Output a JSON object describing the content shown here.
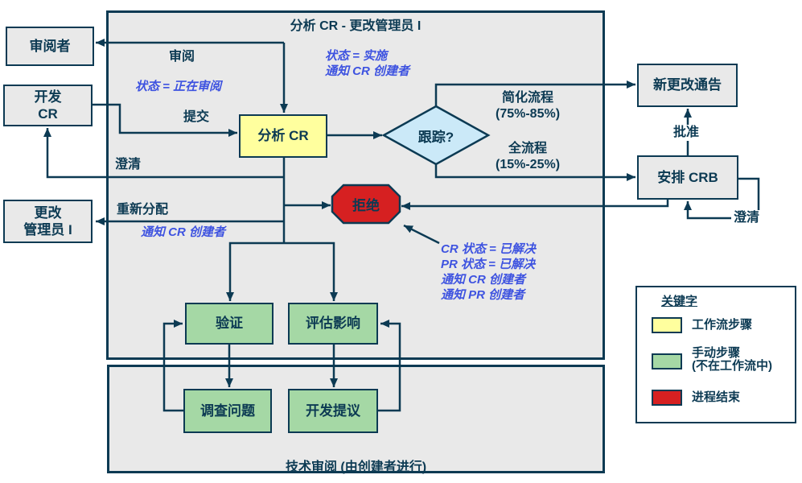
{
  "colors": {
    "line": "#0c3a53",
    "box_fill": "#e9e9e9",
    "yellow": "#ffff9e",
    "green": "#a5d8a5",
    "red": "#d62021",
    "diamond_blue": "#cbe9f8",
    "blue_text": "#3e53e0"
  },
  "containers": {
    "main": {
      "title": "分析 CR - 更改管理员 I"
    },
    "tech": {
      "title": "技术审阅 (由创建者进行)"
    }
  },
  "nodes": {
    "reviewer": {
      "label": "审阅者"
    },
    "develop_cr": {
      "label": "开发\nCR"
    },
    "change_admin": {
      "label": "更改\n管理员 I"
    },
    "analyze_cr": {
      "label": "分析 CR"
    },
    "track_decision": {
      "label": "跟踪?"
    },
    "reject": {
      "label": "拒绝"
    },
    "new_change_notice": {
      "label": "新更改通告"
    },
    "schedule_crb": {
      "label": "安排 CRB"
    },
    "verify": {
      "label": "验证"
    },
    "assess_impact": {
      "label": "评估影响"
    },
    "investigate_problem": {
      "label": "调查问题"
    },
    "develop_proposal": {
      "label": "开发提议"
    }
  },
  "edge_labels": {
    "review": "审阅",
    "submit": "提交",
    "clarify_left": "澄清",
    "reassign": "重新分配",
    "approve": "批准",
    "clarify_right": "澄清",
    "fast_path": "简化流程\n(75%-85%)",
    "full_path": "全流程\n(15%-25%)"
  },
  "annotations": {
    "status_under_review": "状态 = 正在审阅",
    "status_implement": "状态 = 实施\n通知 CR 创建者",
    "notify_cr_creator": "通知 CR 创建者",
    "resolved_block": "CR 状态 = 已解决\nPR 状态 = 已解决\n通知 CR 创建者\n通知 PR 创建者"
  },
  "legend": {
    "title": "关键字",
    "items": [
      {
        "label": "工作流步骤",
        "color": "#ffff9e"
      },
      {
        "label": "手动步骤\n(不在工作流中)",
        "color": "#a5d8a5"
      },
      {
        "label": "进程结束",
        "color": "#d62021"
      }
    ]
  }
}
